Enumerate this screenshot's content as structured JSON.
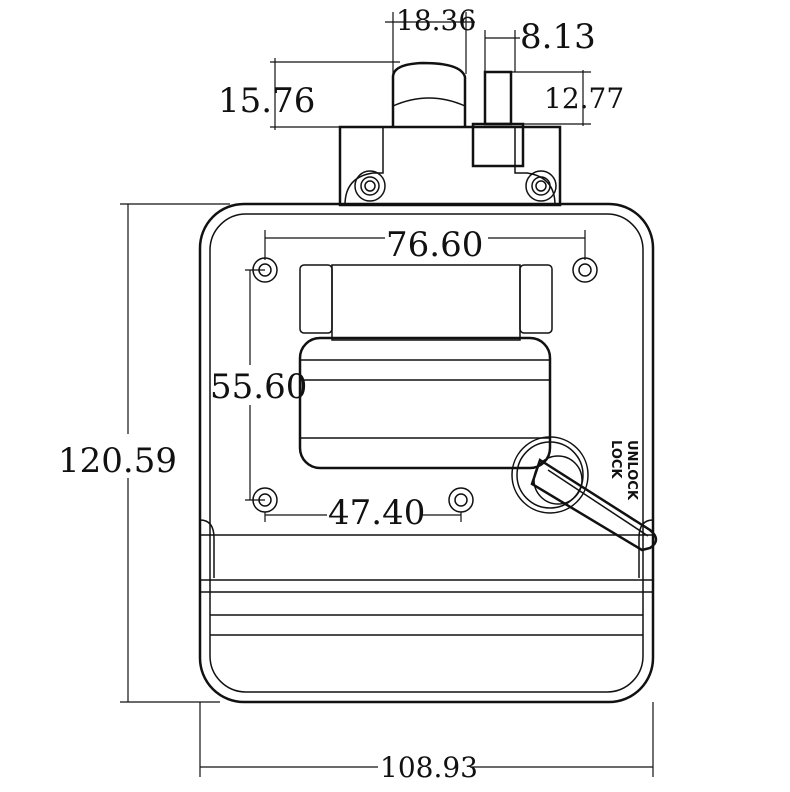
{
  "title": "Lock handle dimension drawing",
  "dimensions": {
    "handle_width": "18.36",
    "key_cylinder_width": "8.13",
    "handle_height": "15.76",
    "cylinder_height": "12.77",
    "hole_spacing_top": "76.60",
    "hole_spacing_vertical": "55.60",
    "hole_spacing_bottom": "47.40",
    "overall_height": "120.59",
    "overall_width": "108.93"
  },
  "lock_labels": {
    "lock": "LOCK",
    "unlock": "UNLOCK"
  },
  "colors": {
    "line": "#111111",
    "background": "#ffffff"
  }
}
